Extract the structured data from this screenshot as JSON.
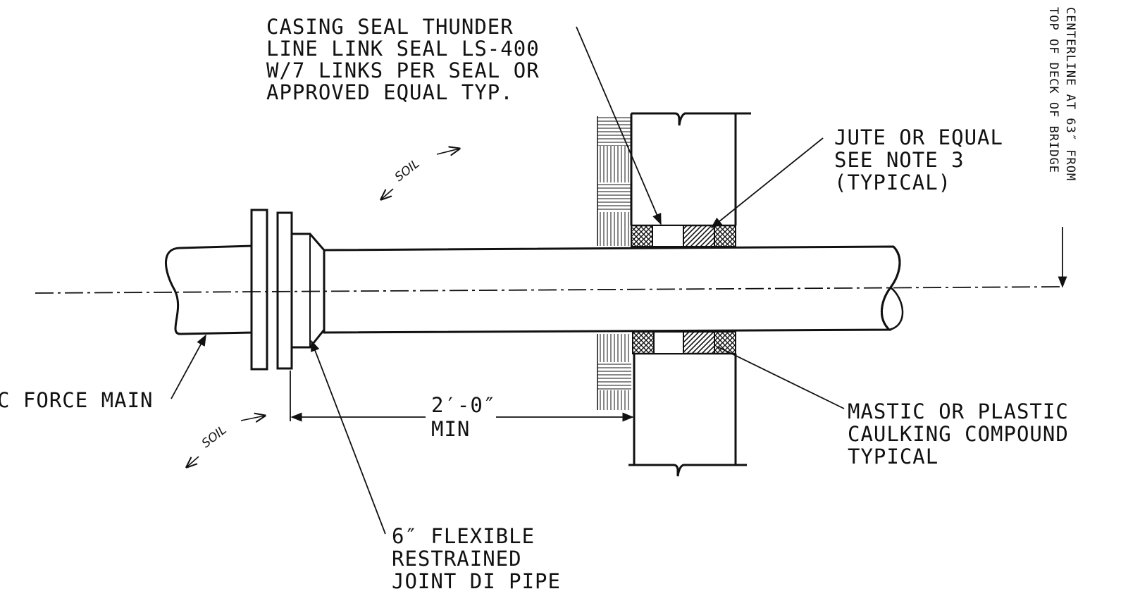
{
  "labels": {
    "casing_seal": [
      "CASING SEAL THUNDER",
      "LINE LINK SEAL LS-400",
      "W/7 LINKS PER SEAL OR",
      "APPROVED EQUAL TYP."
    ],
    "jute": [
      "JUTE OR EQUAL",
      "SEE NOTE 3",
      "(TYPICAL)"
    ],
    "force_main": "C FORCE MAIN",
    "dimension": [
      "2′-0″",
      "MIN"
    ],
    "mastic": [
      "MASTIC OR PLASTIC",
      "CAULKING COMPOUND",
      "TYPICAL"
    ],
    "flexible": [
      "6″ FLEXIBLE",
      "RESTRAINED",
      "JOINT DI PIPE"
    ],
    "soil_top": "SOIL",
    "soil_bottom": "SOIL",
    "centerline": [
      "CENTERLINE AT 63″ FROM",
      "TOP OF DECK OF BRIDGE"
    ]
  }
}
